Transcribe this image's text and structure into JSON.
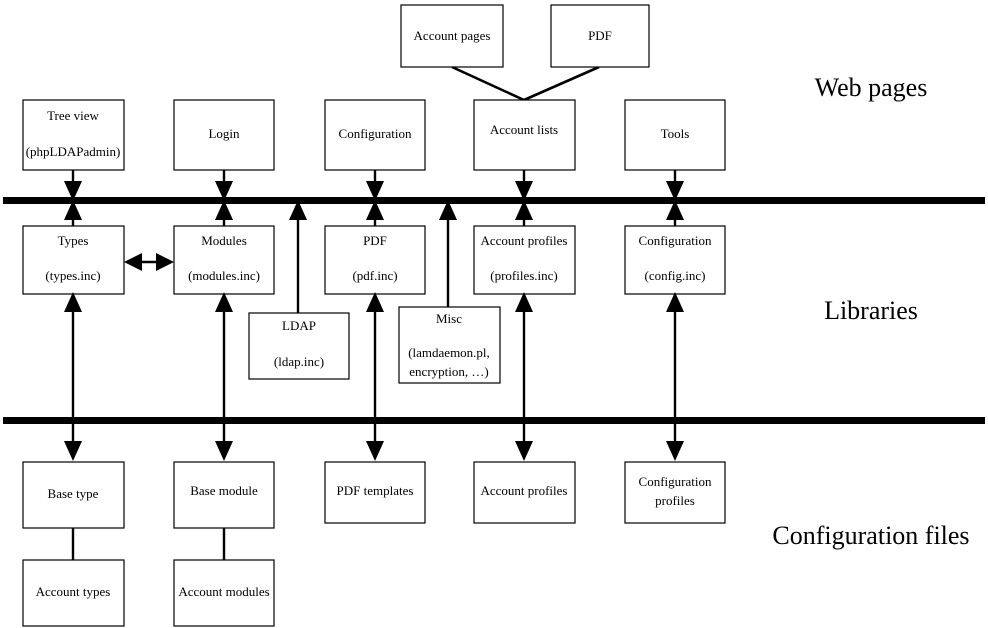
{
  "diagram": {
    "title_alt": "LAM architecture overview",
    "stroke_color": "#000000",
    "fill_color": "#ffffff",
    "tiers": [
      {
        "id": "web-pages",
        "label": "Web pages"
      },
      {
        "id": "libraries",
        "label": "Libraries"
      },
      {
        "id": "configuration-files",
        "label": "Configuration files"
      }
    ],
    "nodes": {
      "account_pages": {
        "line1": "Account pages",
        "line2": ""
      },
      "pdf_source": {
        "line1": "PDF",
        "line2": ""
      },
      "tree_view": {
        "line1": "Tree view",
        "line2": "(phpLDAPadmin)"
      },
      "login": {
        "line1": "Login",
        "line2": ""
      },
      "configuration_page": {
        "line1": "Configuration",
        "line2": ""
      },
      "account_lists": {
        "line1": "Account lists",
        "line2": ""
      },
      "tools": {
        "line1": "Tools",
        "line2": ""
      },
      "types": {
        "line1": "Types",
        "line2": "(types.inc)"
      },
      "modules": {
        "line1": "Modules",
        "line2": "(modules.inc)"
      },
      "pdf_lib": {
        "line1": "PDF",
        "line2": "(pdf.inc)"
      },
      "account_profiles_lib": {
        "line1": "Account profiles",
        "line2": "(profiles.inc)"
      },
      "configuration_lib": {
        "line1": "Configuration",
        "line2": "(config.inc)"
      },
      "ldap": {
        "line1": "LDAP",
        "line2": "(ldap.inc)"
      },
      "misc": {
        "line1": "Misc",
        "line2": "(lamdaemon.pl,",
        "line3": "encryption, …)"
      },
      "base_type": {
        "line1": "Base type",
        "line2": ""
      },
      "base_module": {
        "line1": "Base module",
        "line2": ""
      },
      "pdf_templates": {
        "line1": "PDF templates",
        "line2": ""
      },
      "account_profiles_files": {
        "line1": "Account profiles",
        "line2": ""
      },
      "configuration_profiles": {
        "line1": "Configuration",
        "line2": "profiles"
      },
      "account_types": {
        "line1": "Account types",
        "line2": ""
      },
      "account_modules": {
        "line1": "Account modules",
        "line2": ""
      }
    }
  }
}
